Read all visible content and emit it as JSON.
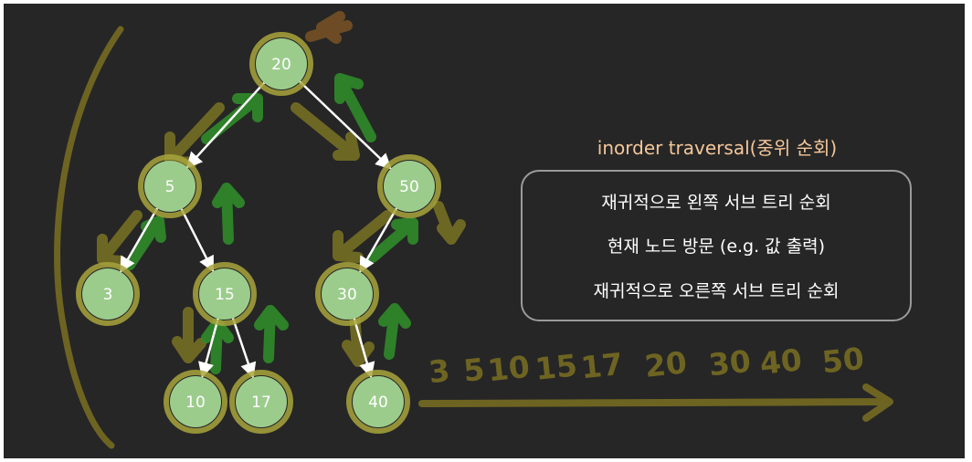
{
  "tree": {
    "nodes": [
      {
        "id": "n20",
        "label": "20"
      },
      {
        "id": "n5",
        "label": "5"
      },
      {
        "id": "n50",
        "label": "50"
      },
      {
        "id": "n3",
        "label": "3"
      },
      {
        "id": "n15",
        "label": "15"
      },
      {
        "id": "n30",
        "label": "30"
      },
      {
        "id": "n10",
        "label": "10"
      },
      {
        "id": "n17",
        "label": "17"
      },
      {
        "id": "n40",
        "label": "40"
      }
    ],
    "edges": [
      [
        "n20",
        "n5"
      ],
      [
        "n20",
        "n50"
      ],
      [
        "n5",
        "n3"
      ],
      [
        "n5",
        "n15"
      ],
      [
        "n50",
        "n30"
      ],
      [
        "n15",
        "n10"
      ],
      [
        "n15",
        "n17"
      ],
      [
        "n30",
        "n40"
      ]
    ]
  },
  "annotation": {
    "title": "inorder traversal(중위 순회)",
    "steps": [
      "재귀적으로 왼쪽 서브 트리 순회",
      "현재 노드 방문 (e.g. 값 출력)",
      "재귀적으로 오른쪽 서브 트리 순회"
    ]
  },
  "handwritten_sequence": [
    "3",
    "5",
    "10",
    "15",
    "17",
    "20",
    "30",
    "40",
    "50"
  ],
  "colors": {
    "background": "#262626",
    "node_fill": "#9ccc8c",
    "node_outline": "#a8a53c",
    "edge": "#ffffff",
    "descend_marker": "#7a7324",
    "ascend_marker": "#2f8a2a",
    "title": "#f4c79a",
    "box_border": "#9a9a9a"
  }
}
